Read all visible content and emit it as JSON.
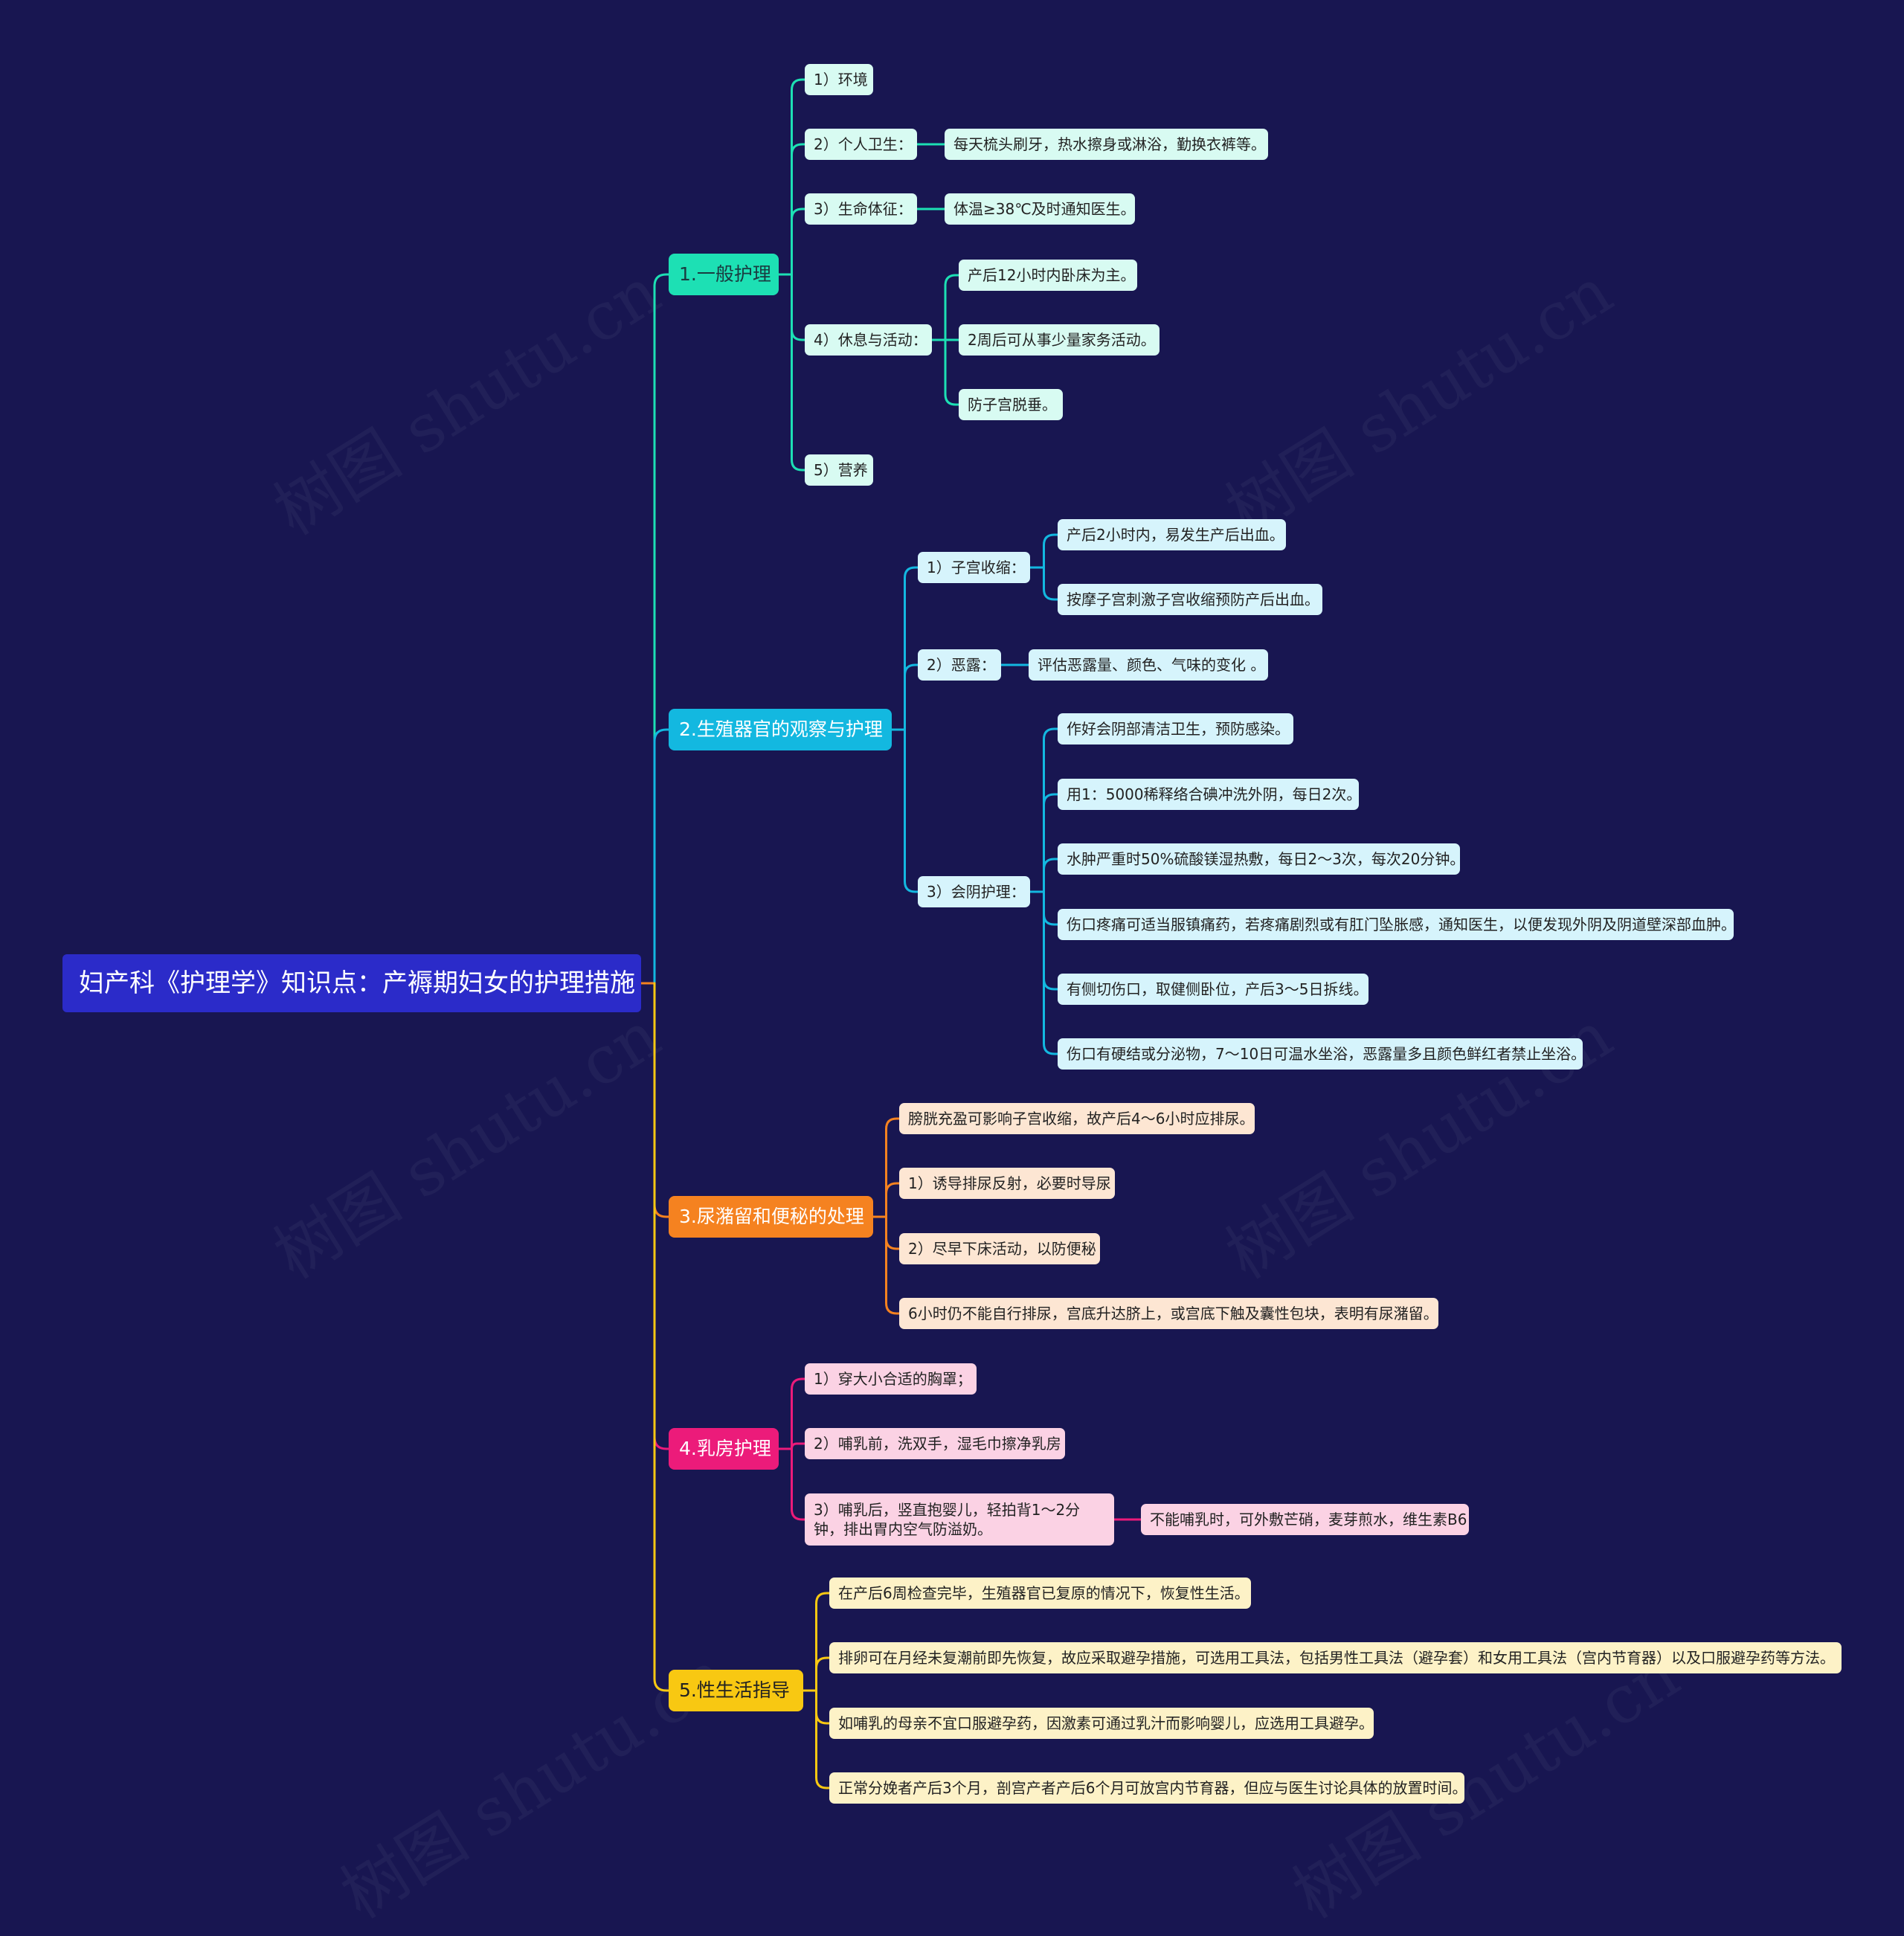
{
  "root": "妇产科《护理学》知识点：产褥期妇女的护理措施",
  "watermark": "树图 shutu.cn",
  "colors": {
    "background": "#181651",
    "root": "#2b2bc9",
    "b1": "#1de0b4",
    "b1_light": "#d8fbf2",
    "b2": "#13b8e0",
    "b2_light": "#d6f4fc",
    "b3": "#f58220",
    "b3_light": "#fde6d3",
    "b4": "#ec1b7a",
    "b4_light": "#fbd2e4",
    "b5": "#f8c812",
    "b5_light": "#fdf2c7"
  },
  "branches": [
    {
      "label": "1.一般护理",
      "children": [
        {
          "label": "1）环境"
        },
        {
          "label": "2）个人卫生：",
          "children": [
            "每天梳头刷牙，热水擦身或淋浴，勤换衣裤等。"
          ]
        },
        {
          "label": "3）生命体征：",
          "children": [
            "体温≥38℃及时通知医生。"
          ]
        },
        {
          "label": "4）休息与活动：",
          "children": [
            "产后12小时内卧床为主。",
            "2周后可从事少量家务活动。",
            "防子宫脱垂。"
          ]
        },
        {
          "label": "5）营养"
        }
      ]
    },
    {
      "label": "2.生殖器官的观察与护理",
      "children": [
        {
          "label": "1）子宫收缩：",
          "children": [
            "产后2小时内，易发生产后出血。",
            "按摩子宫刺激子宫收缩预防产后出血。"
          ]
        },
        {
          "label": "2）恶露：",
          "children": [
            "评估恶露量、颜色、气味的变化 。"
          ]
        },
        {
          "label": "3）会阴护理：",
          "children": [
            "作好会阴部清洁卫生，预防感染。",
            "用1：5000稀释络合碘冲洗外阴，每日2次。",
            "水肿严重时50%硫酸镁湿热敷，每日2～3次，每次20分钟。",
            "伤口疼痛可适当服镇痛药，若疼痛剧烈或有肛门坠胀感，通知医生，以便发现外阴及阴道壁深部血肿。",
            "有侧切伤口，取健侧卧位，产后3～5日拆线。",
            "伤口有硬结或分泌物，7～10日可温水坐浴，恶露量多且颜色鲜红者禁止坐浴。"
          ]
        }
      ]
    },
    {
      "label": "3.尿潴留和便秘的处理",
      "children": [
        {
          "label": "膀胱充盈可影响子宫收缩，故产后4～6小时应排尿。"
        },
        {
          "label": "1）诱导排尿反射，必要时导尿"
        },
        {
          "label": "2）尽早下床活动，以防便秘"
        },
        {
          "label": "6小时仍不能自行排尿，宫底升达脐上，或宫底下触及囊性包块，表明有尿潴留。"
        }
      ]
    },
    {
      "label": "4.乳房护理",
      "children": [
        {
          "label": "1）穿大小合适的胸罩；"
        },
        {
          "label": "2）哺乳前，洗双手，湿毛巾擦净乳房"
        },
        {
          "label": "3）哺乳后，竖直抱婴儿，轻拍背1～2分钟，排出胃内空气防溢奶。",
          "children": [
            "不能哺乳时，可外敷芒硝，麦芽煎水，维生素B6"
          ]
        }
      ]
    },
    {
      "label": "5.性生活指导",
      "children": [
        {
          "label": "在产后6周检查完毕，生殖器官已复原的情况下，恢复性生活。"
        },
        {
          "label": "排卵可在月经未复潮前即先恢复，故应采取避孕措施，可选用工具法，包括男性工具法（避孕套）和女用工具法（宫内节育器）以及口服避孕药等方法。"
        },
        {
          "label": "如哺乳的母亲不宜口服避孕药，因激素可通过乳汁而影响婴儿，应选用工具避孕。"
        },
        {
          "label": "正常分娩者产后3个月，剖宫产者产后6个月可放宫内节育器，但应与医生讨论具体的放置时间。"
        }
      ]
    }
  ]
}
